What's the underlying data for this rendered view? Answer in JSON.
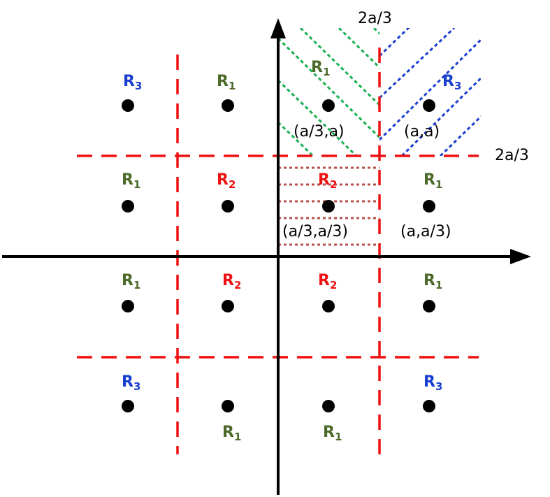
{
  "colors": {
    "axis": "#000000",
    "boundary": "#ee1111",
    "point": "#000000",
    "R1": "#4b6a2a",
    "R2": "#ee1111",
    "R3": "#1a3fcf",
    "hatch_green": "#18b050",
    "hatch_blue": "#1a3fcf",
    "hatch_brown": "#b5514a"
  },
  "region_labels": {
    "R1": {
      "main": "R",
      "sub": "1"
    },
    "R2": {
      "main": "R",
      "sub": "2"
    },
    "R3": {
      "main": "R",
      "sub": "3"
    }
  },
  "annotations": {
    "top_threshold": "2a/3",
    "right_threshold": "2a/3",
    "pt_a3_a": "(a/3,a)",
    "pt_a_a": "(a,a)",
    "pt_a3_a3": "(a/3,a/3)",
    "pt_a_a3": "(a,a/3)"
  },
  "constellation": {
    "points_per_row": 4,
    "rows": [
      [
        "R3",
        "R1",
        "R1",
        "R3"
      ],
      [
        "R1",
        "R2",
        "R2",
        "R1"
      ],
      [
        "R1",
        "R2",
        "R2",
        "R1"
      ],
      [
        "R3",
        "R1",
        "R1",
        "R3"
      ]
    ]
  }
}
